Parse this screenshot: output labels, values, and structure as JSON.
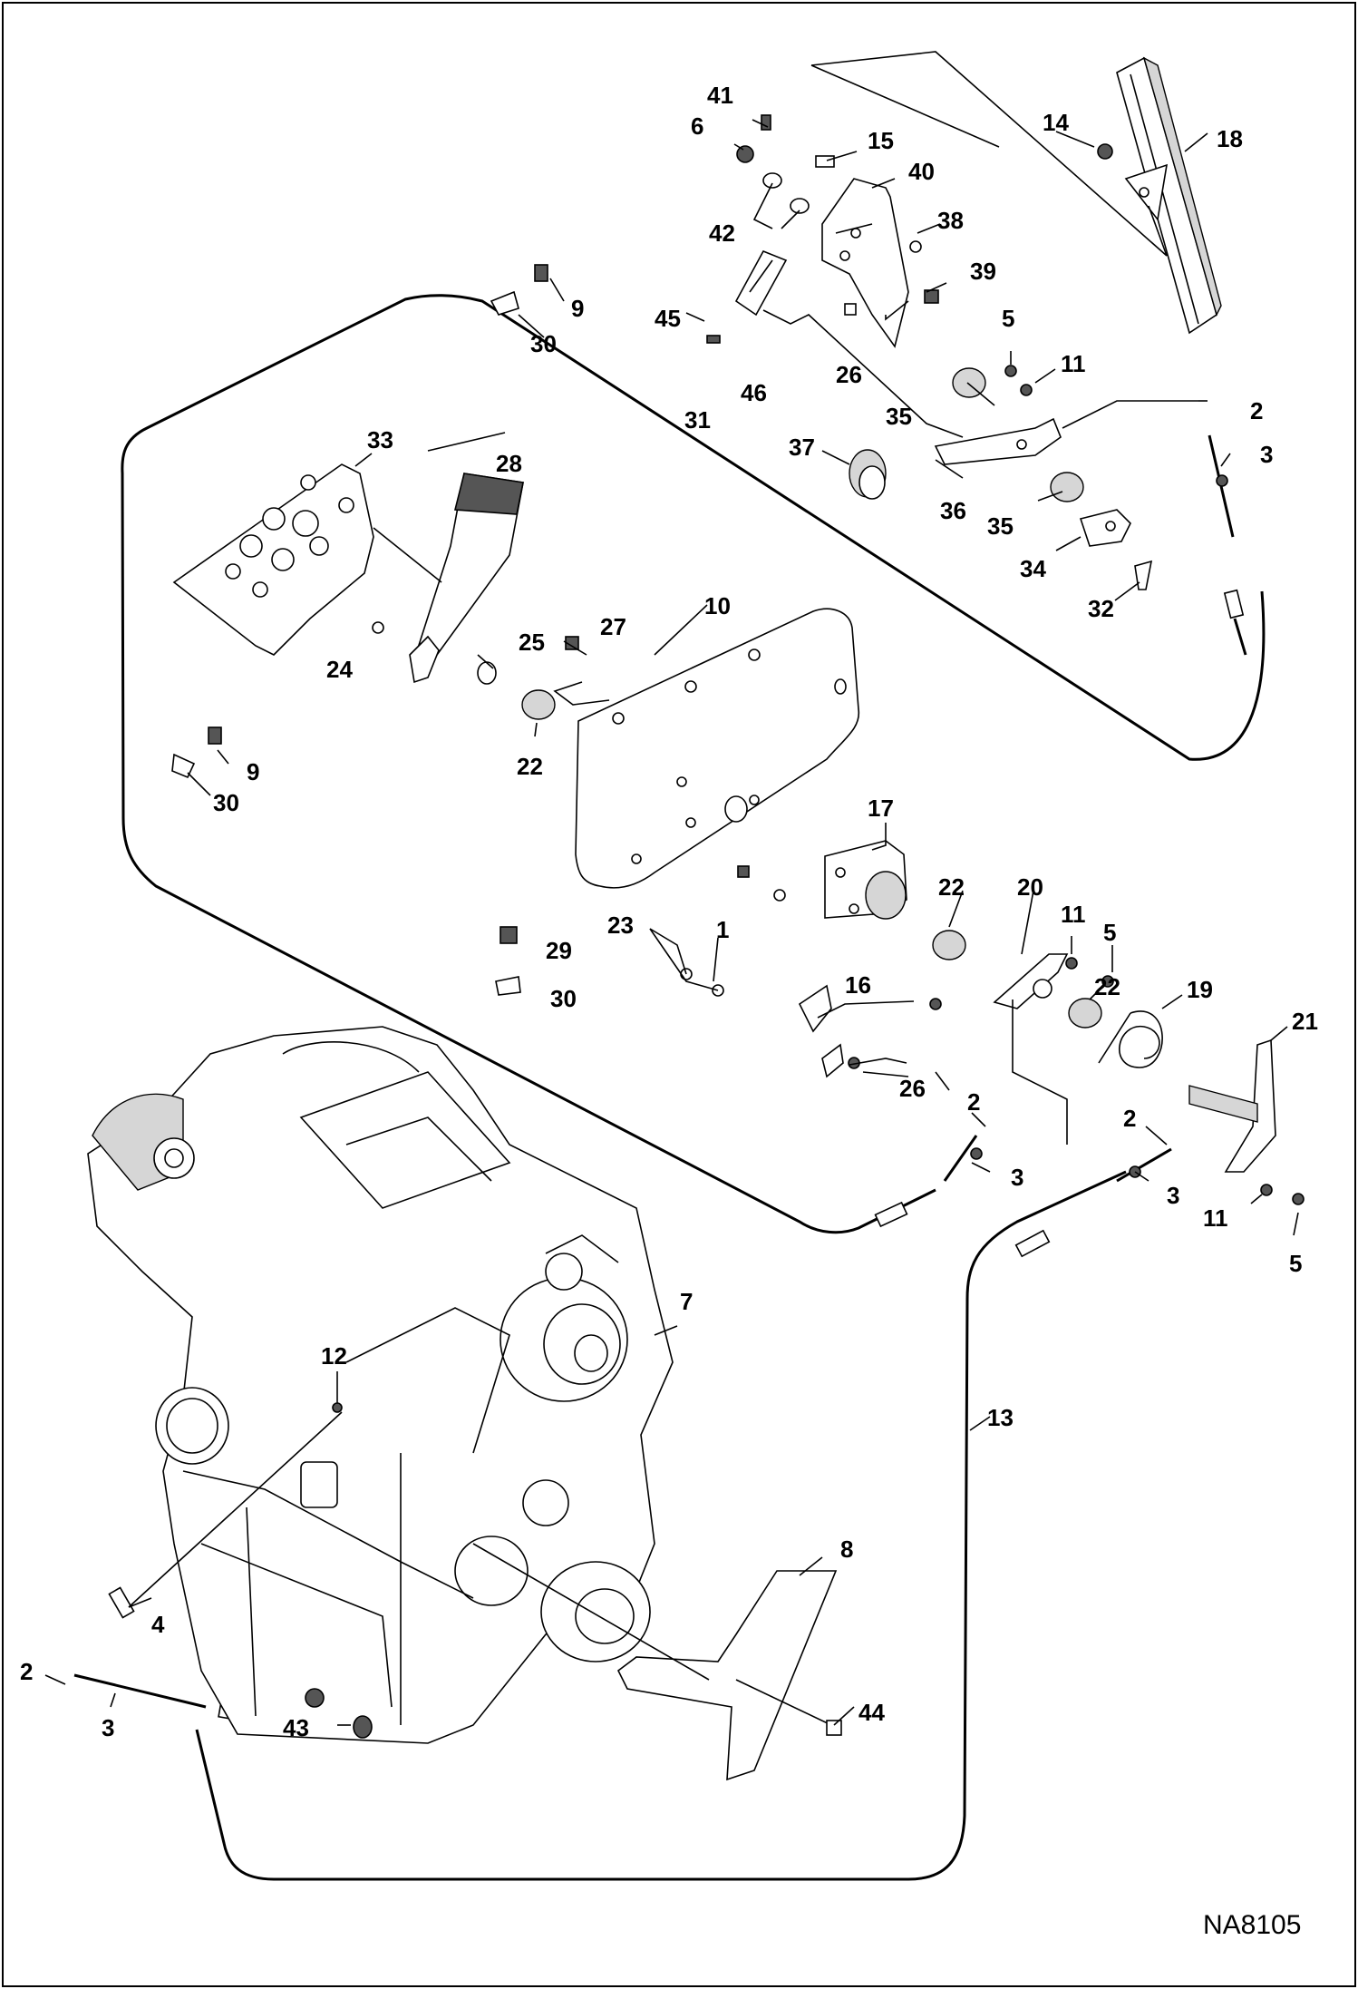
{
  "figure": {
    "code": "NA8105",
    "callouts": [
      "1",
      "2",
      "3",
      "4",
      "5",
      "6",
      "7",
      "8",
      "9",
      "10",
      "11",
      "12",
      "13",
      "14",
      "15",
      "16",
      "17",
      "18",
      "19",
      "20",
      "21",
      "22",
      "23",
      "24",
      "25",
      "26",
      "27",
      "28",
      "29",
      "30",
      "31",
      "32",
      "33",
      "34",
      "35",
      "36",
      "37",
      "38",
      "39",
      "40",
      "41",
      "42",
      "43",
      "44",
      "45",
      "46"
    ]
  }
}
